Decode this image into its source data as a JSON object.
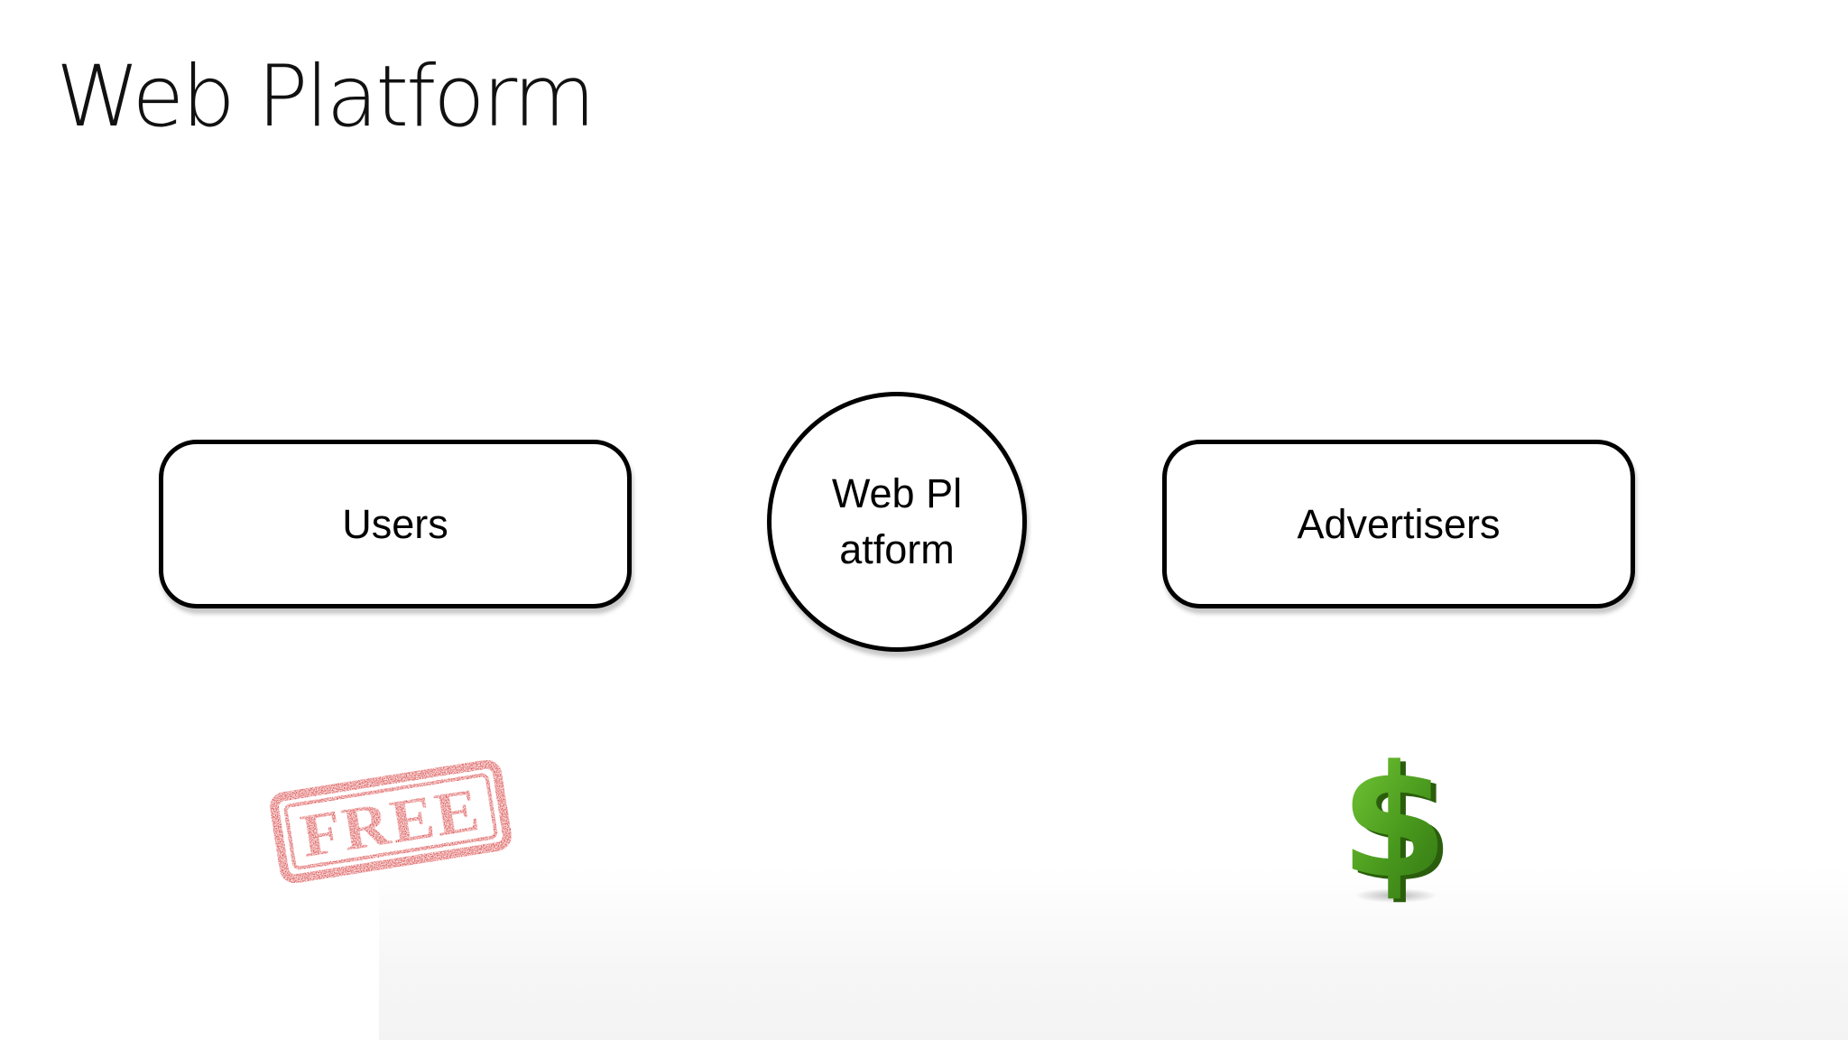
{
  "slide": {
    "title": "Web Platform"
  },
  "diagram": {
    "nodes": [
      {
        "id": "users",
        "shape": "rounded-rectangle",
        "label": "Users"
      },
      {
        "id": "web-platform",
        "shape": "circle",
        "label": "Web Platform"
      },
      {
        "id": "advertisers",
        "shape": "rounded-rectangle",
        "label": "Advertisers"
      }
    ]
  },
  "graphics": {
    "free_stamp": {
      "icon": "free-stamp-icon",
      "text": "FREE",
      "color": "#d42a2a"
    },
    "dollar_sign": {
      "icon": "dollar-sign-icon",
      "color": "#4a9a1e"
    }
  }
}
